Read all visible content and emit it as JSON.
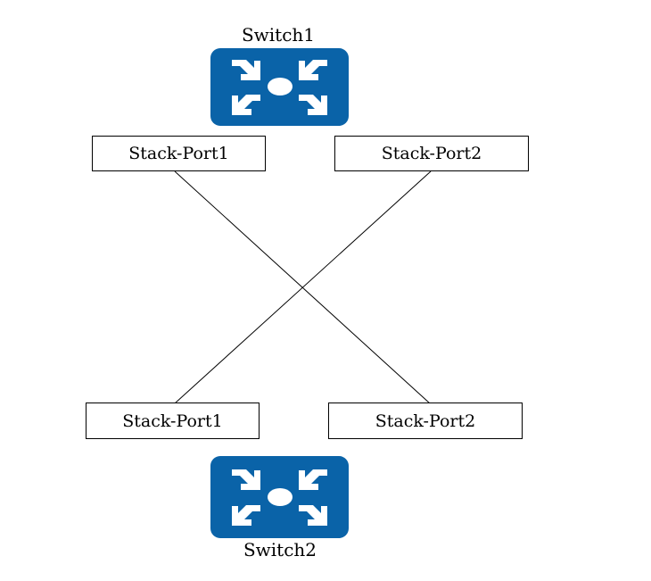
{
  "colors": {
    "switch_fill": "#0a63a8",
    "switch_glyph": "#ffffff",
    "line": "#000000",
    "box_border": "#000000"
  },
  "switch1": {
    "label": "Switch1",
    "icon": "router-switch-icon",
    "ports": [
      "Stack-Port1",
      "Stack-Port2"
    ]
  },
  "switch2": {
    "label": "Switch2",
    "icon": "router-switch-icon",
    "ports": [
      "Stack-Port1",
      "Stack-Port2"
    ]
  },
  "links": [
    {
      "from": "Switch1 Stack-Port1",
      "to": "Switch2 Stack-Port2"
    },
    {
      "from": "Switch1 Stack-Port2",
      "to": "Switch2 Stack-Port1"
    }
  ]
}
